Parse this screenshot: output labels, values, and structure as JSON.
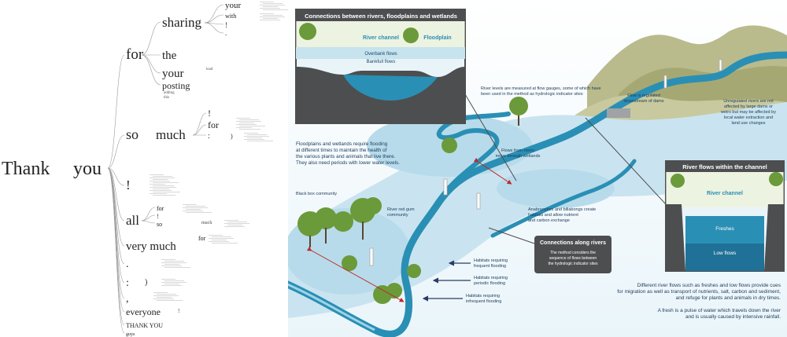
{
  "word_tree": {
    "root": [
      "Thank",
      "you"
    ],
    "branches": [
      {
        "label": "for",
        "children": [
          "sharing",
          "the",
          "your",
          "posting"
        ],
        "sub": {
          "sharing": [
            "your",
            "with",
            "!",
            "."
          ],
          "the": [
            "lead"
          ],
          "posting": [
            "adding",
            "this"
          ]
        }
      },
      {
        "label": "so",
        "children": [
          "much"
        ],
        "sub": {
          "much": [
            "!",
            "for",
            ":",
            ")"
          ]
        }
      },
      {
        "label": "!",
        "children": []
      },
      {
        "label": "all",
        "children": [
          "for",
          "!",
          "so"
        ],
        "sub": {
          "so": [
            "much"
          ]
        }
      },
      {
        "label": "very much",
        "children": [
          "for"
        ]
      },
      {
        "label": ".",
        "children": []
      },
      {
        "label": ":",
        "children": [
          ")"
        ]
      },
      {
        "label": ",",
        "children": []
      },
      {
        "label": "everyone",
        "children": [
          "!"
        ]
      },
      {
        "label": "THANK YOU",
        "children": []
      },
      {
        "label": "guys",
        "children": []
      }
    ]
  },
  "infographic": {
    "inset_top_title": "Connections between rivers, floodplains and wetlands",
    "inset_top_labels": [
      "River channel",
      "Floodplain",
      "Overbank flows",
      "Bankfull flows"
    ],
    "inset_right_title": "River flows within the channel",
    "inset_right_labels": [
      "River channel",
      "Freshes",
      "Low flows"
    ],
    "connections_box": {
      "title": "Connections along rivers",
      "text": [
        "The method considers the",
        "sequence of flows between",
        "the hydrologic indicator sites"
      ]
    },
    "annotations": {
      "gauges": [
        "River levels are measured at flow gauges, some of which have",
        "been used in the method as hydrologic indicator sites"
      ],
      "regulated": [
        "Flow is regulated",
        "downstream of dams"
      ],
      "unregulated": [
        "Unregulated rivers are not",
        "affected by large dams or",
        "weirs but may be affected by",
        "local water extraction and",
        "land use changes"
      ],
      "floodplains": [
        "Floodplains and wetlands require flooding",
        "at different times to maintain the health of",
        "the various plants and animals that live there.",
        "They also need periods with lower water levels."
      ],
      "flows_wetlands": [
        "Flows from rivers",
        "move through wetlands"
      ],
      "black_box": "Black box community",
      "red_gum": [
        "River red gum",
        "community"
      ],
      "anabranches": [
        "Anabranches and billabongs create",
        "habitats and allow nutrient",
        "and carbon exchange"
      ],
      "habitat_frequent": [
        "Habitats requiring",
        "frequent flooding"
      ],
      "habitat_periodic": [
        "Habitats requiring",
        "periodic flooding"
      ],
      "habitat_infrequent": [
        "Habitats requiring",
        "infrequent flooding"
      ],
      "cues": [
        "Different river flows such as freshes and low flows provide cues",
        "for migration as well as transport of nutrients, salt, carbon and sediment,",
        "and refuge for plants and animals in dry times."
      ],
      "fresh_def": [
        "A fresh is a pulse of water which travels down the river",
        "and is usually caused by intensive rainfall."
      ]
    },
    "colors": {
      "river": "#2a8fb4",
      "river_light": "#9fd4e8",
      "floodplain": "#c9e4f0",
      "hills": "#b7b98a",
      "inset_dark": "#4d4e50",
      "sky": "#e7f3f8"
    }
  }
}
